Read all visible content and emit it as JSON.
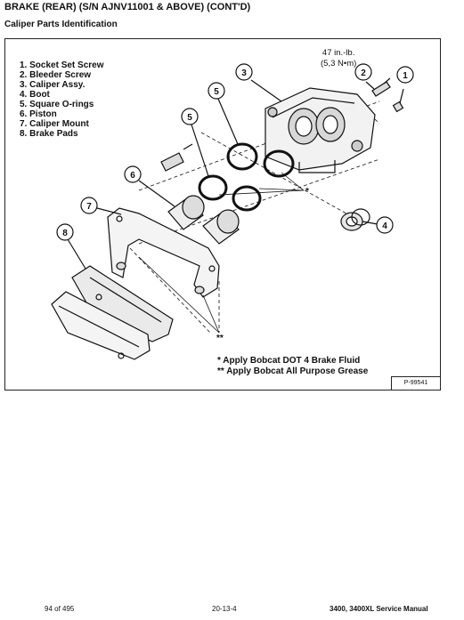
{
  "header": {
    "title": "BRAKE (REAR) (S/N AJNV11001 & ABOVE) (CONT'D)",
    "section": "Caliper Parts Identification"
  },
  "legend": [
    "1. Socket Set Screw",
    "2. Bleeder Screw",
    "3. Caliper Assy.",
    "4. Boot",
    "5. Square O-rings",
    "6. Piston",
    "7. Caliper Mount",
    "8. Brake Pads"
  ],
  "torque": {
    "line1": "47 in.-lb.",
    "line2": "(5,3 N•m)"
  },
  "callouts": [
    "1",
    "2",
    "3",
    "4",
    "5",
    "5",
    "6",
    "7",
    "8"
  ],
  "markers": {
    "single": "*",
    "double": "**"
  },
  "notes": [
    "* Apply Bobcat DOT 4 Brake Fluid",
    "** Apply Bobcat All Purpose Grease"
  ],
  "figure_id": "P-99541",
  "footer": {
    "page": "94 of 495",
    "section_number": "20-13-4",
    "manual": "3400, 3400XL Service Manual"
  }
}
